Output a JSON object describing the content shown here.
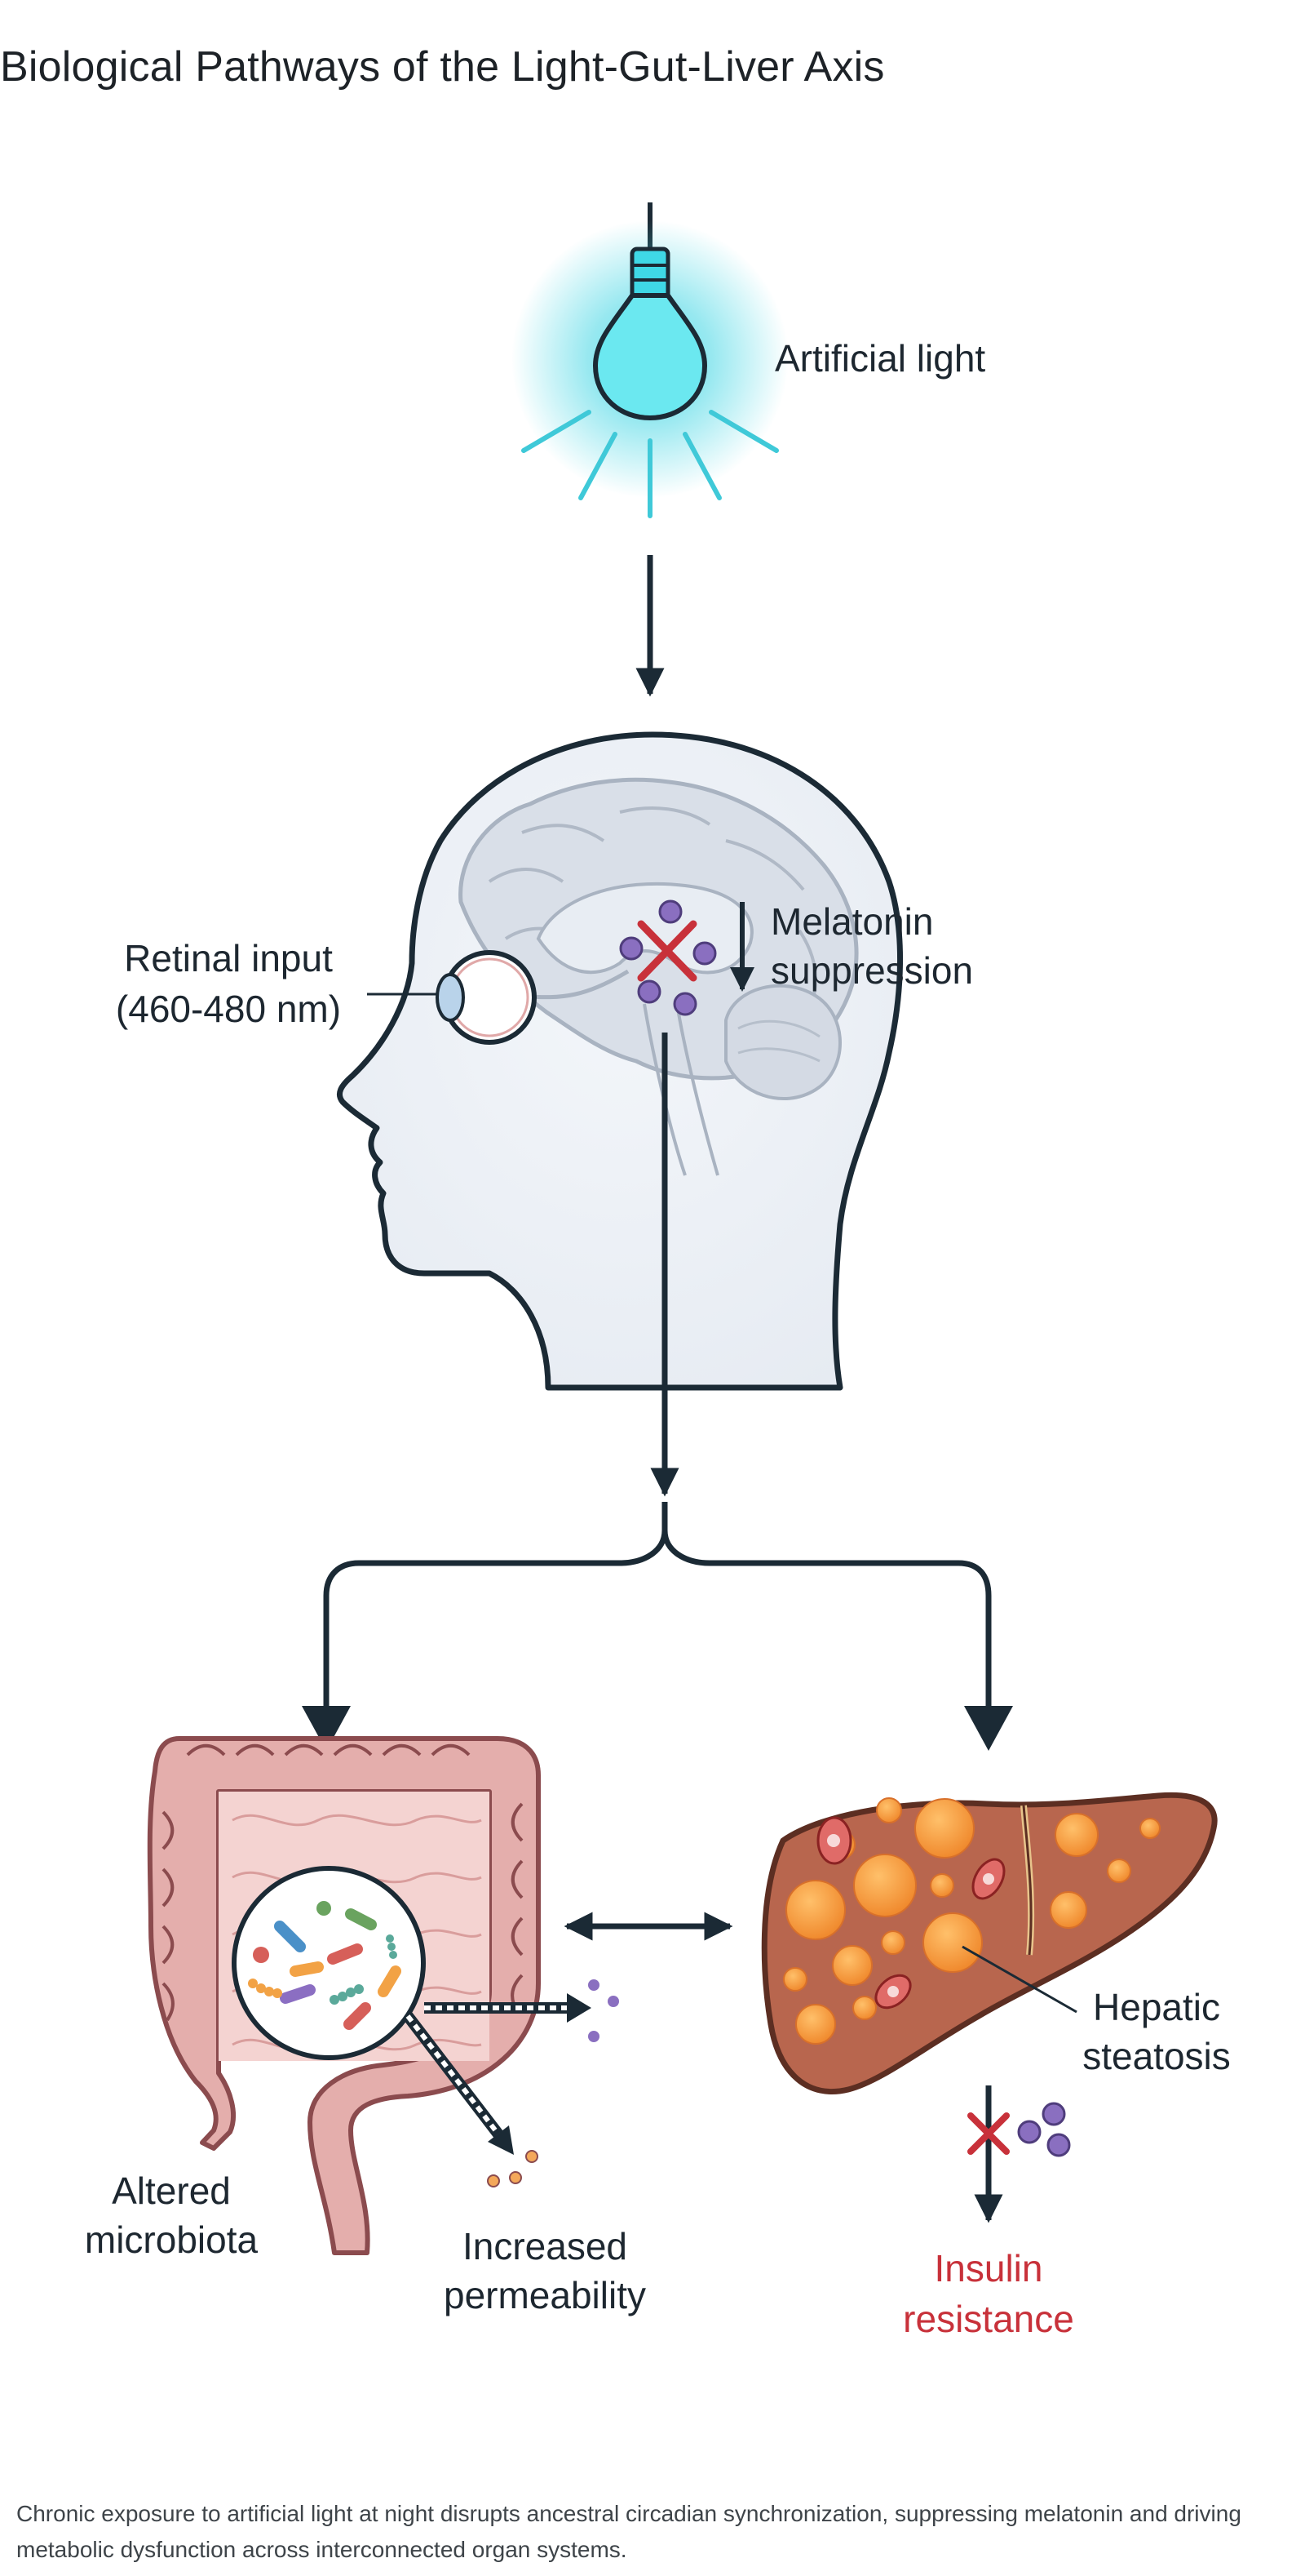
{
  "title": "Biological Pathways of the Light-Gut-Liver Axis",
  "labels": {
    "artificial_light": "Artificial light",
    "retinal_input_line1": "Retinal input",
    "retinal_input_line2": "(460-480 nm)",
    "melatonin_line1": "Melatonin",
    "melatonin_line2": "suppression",
    "microbiota_line1": "Altered",
    "microbiota_line2": "microbiota",
    "permeability_line1": "Increased",
    "permeability_line2": "permeability",
    "steatosis_line1": "Hepatic",
    "steatosis_line2": "steatosis",
    "insulin_line1": "Insulin",
    "insulin_line2": "resistance"
  },
  "caption": "Chronic exposure to artificial light at night disrupts ancestral circadian synchronization, suppressing melatonin and driving metabolic dysfunction across interconnected organ systems.",
  "colors": {
    "ink": "#1b2a35",
    "light_glow": "#3fd8e6",
    "alert_red": "#c8313a",
    "melatonin_purple": "#8a6fc0",
    "gut_pink": "#d89a9a",
    "liver_brown": "#b8664e",
    "fat_orange": "#f4953a"
  },
  "icons": [
    "light-bulb-icon",
    "head-profile-icon",
    "eye-icon",
    "melatonin-molecule-icon",
    "blocked-x-icon",
    "intestine-icon",
    "bacteria-icon",
    "liver-icon"
  ]
}
